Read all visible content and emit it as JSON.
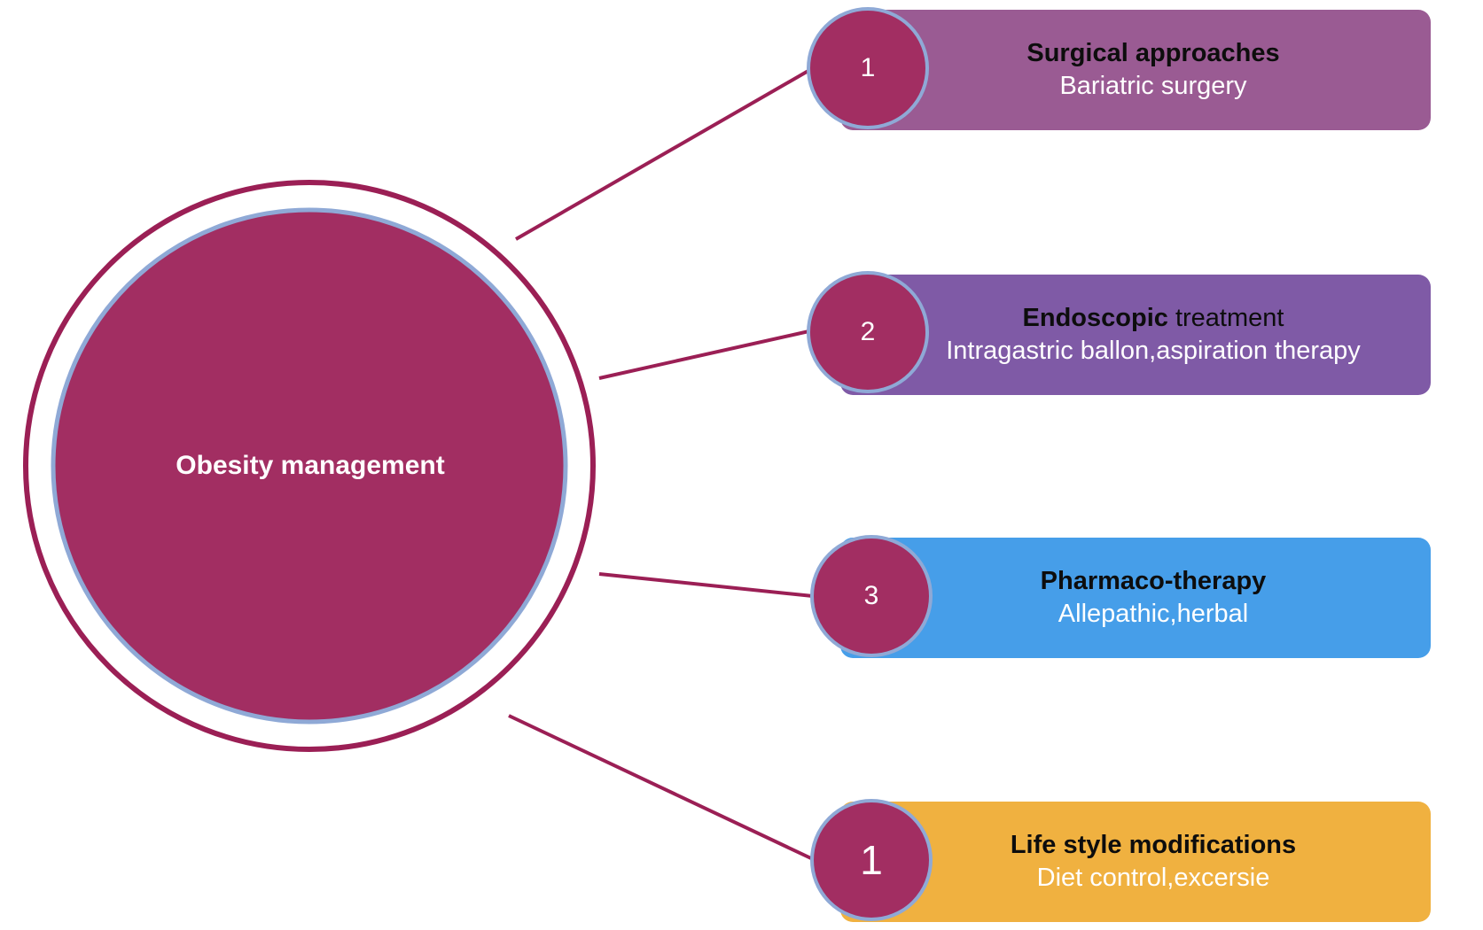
{
  "diagram": {
    "center": {
      "label": "Obesity management",
      "fill": "#a22e62",
      "ring_color": "#a22e62",
      "inner_border": "#8fa9d6"
    },
    "items": [
      {
        "number": "1",
        "title_bold": "Surgical approaches",
        "title_normal": "",
        "subtitle": "Bariatric surgery",
        "color": "#9a5b93"
      },
      {
        "number": "2",
        "title_bold": "Endoscopic",
        "title_normal": " treatment",
        "subtitle": "Intragastric ballon,aspiration therapy",
        "color": "#7f5aa6"
      },
      {
        "number": "3",
        "title_bold": "Pharmaco-therapy",
        "title_normal": "",
        "subtitle": "Allepathic,herbal",
        "color": "#469ee9"
      },
      {
        "number": "1",
        "title_bold": "Life style modifications",
        "title_normal": "",
        "subtitle": "Diet control,excersie",
        "color": "#f0b140"
      }
    ],
    "connector_color": "#9b1f55",
    "badge_fill": "#a22e62",
    "badge_border": "#8fa9d6"
  }
}
